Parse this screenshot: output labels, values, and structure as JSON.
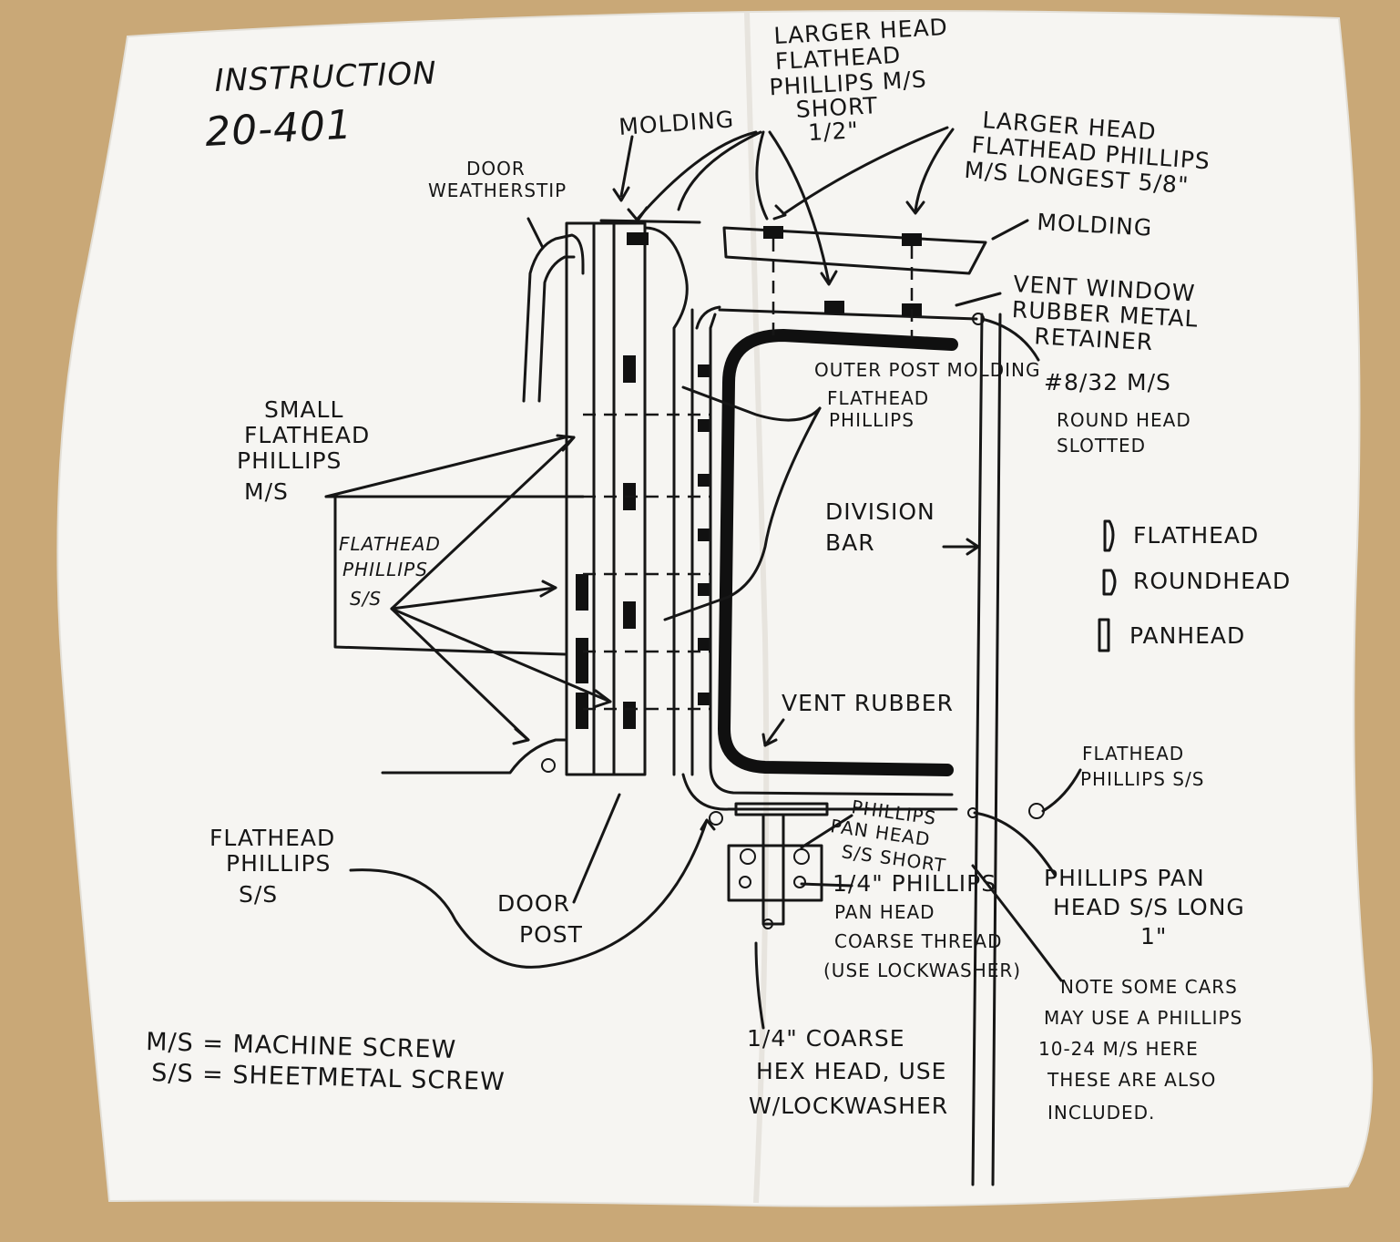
{
  "colors": {
    "background": "#c9a877",
    "paper": "#f6f5f2",
    "ink": "#161616"
  },
  "title": {
    "line1": "INSTRUCTION",
    "line2": "20-401"
  },
  "labels": {
    "larger_head_short": [
      "LARGER HEAD",
      "FLATHEAD",
      "PHILLIPS M/S",
      "SHORT",
      "1/2\""
    ],
    "larger_head_longest": [
      "LARGER HEAD",
      "FLATHEAD PHILLIPS",
      "M/S LONGEST 5/8\""
    ],
    "molding_top": "MOLDING",
    "molding_right": "MOLDING",
    "door_weatherstrip": [
      "DOOR",
      "WEATHERSTIP"
    ],
    "vent_window_retainer": [
      "VENT WINDOW",
      "RUBBER METAL",
      "RETAINER"
    ],
    "outer_post_molding": "OUTER POST MOLDING",
    "outer_post_phillips": [
      "FLATHEAD",
      "PHILLIPS"
    ],
    "round_head_slotted": [
      "#8/32 M/S",
      "ROUND HEAD",
      "SLOTTED"
    ],
    "small_flathead": [
      "SMALL",
      "FLATHEAD",
      "PHILLIPS",
      "M/S"
    ],
    "flathead_ss_left": [
      "FLATHEAD",
      "PHILLIPS",
      "S/S"
    ],
    "division_bar": [
      "DIVISION",
      "BAR"
    ],
    "vent_rubber": "VENT RUBBER",
    "flathead_ss_right": [
      "FLATHEAD",
      "PHILLIPS S/S"
    ],
    "flathead_ss_bottom": [
      "FLATHEAD",
      "PHILLIPS",
      "S/S"
    ],
    "door_post": [
      "DOOR",
      "POST"
    ],
    "phillips_pan_short": [
      "PHILLIPS",
      "PAN HEAD",
      "S/S SHORT"
    ],
    "quarter_phillips_pan": [
      "1/4\" PHILLIPS",
      "PAN HEAD",
      "COARSE THREAD",
      "(USE LOCKWASHER)"
    ],
    "phillips_pan_long": [
      "PHILLIPS PAN",
      "HEAD S/S LONG",
      "1\""
    ],
    "quarter_hex": [
      "1/4\" COARSE",
      "HEX HEAD, USE",
      "W/LOCKWASHER"
    ],
    "note_some_cars": [
      "NOTE SOME CARS",
      "MAY USE A PHILLIPS",
      "10-24 M/S HERE",
      "THESE ARE ALSO",
      "INCLUDED."
    ]
  },
  "legend": {
    "items": [
      {
        "icon": "flathead-icon",
        "label": "FLATHEAD"
      },
      {
        "icon": "roundhead-icon",
        "label": "ROUNDHEAD"
      },
      {
        "icon": "panhead-icon",
        "label": "PANHEAD"
      }
    ]
  },
  "abbreviations": {
    "ms": "M/S = MACHINE SCREW",
    "ss": "S/S = SHEETMETAL SCREW"
  }
}
